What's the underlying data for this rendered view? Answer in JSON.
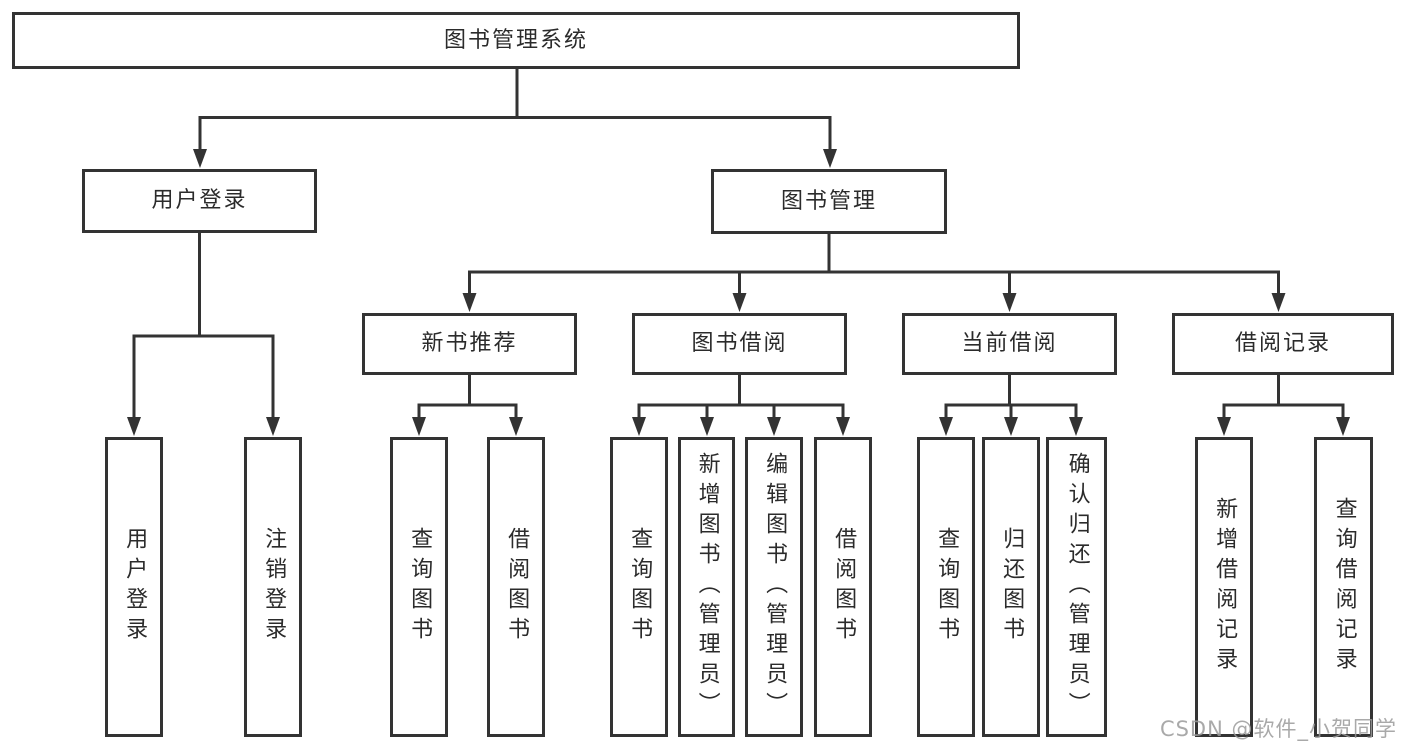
{
  "diagram": {
    "title": "图书管理系统",
    "nodes": {
      "root": "图书管理系统",
      "user_login": "用户登录",
      "book_mgmt": "图书管理",
      "leaf_user_login": "用户登录",
      "leaf_logout": "注销登录",
      "new_book": "新书推荐",
      "book_borrow": "图书借阅",
      "current_borrow": "当前借阅",
      "borrow_records": "借阅记录",
      "nb_query": "查询图书",
      "nb_borrow": "借阅图书",
      "bb_query": "查询图书",
      "bb_add": "新增图书（管理员）",
      "bb_edit": "编辑图书（管理员）",
      "bb_borrow": "借阅图书",
      "cb_query": "查询图书",
      "cb_return": "归还图书",
      "cb_confirm": "确认归还（管理员）",
      "br_add": "新增借阅记录",
      "br_query": "查询借阅记录"
    },
    "structure": {
      "root": [
        "user_login",
        "book_mgmt"
      ],
      "user_login": [
        "leaf_user_login",
        "leaf_logout"
      ],
      "book_mgmt": [
        "new_book",
        "book_borrow",
        "current_borrow",
        "borrow_records"
      ],
      "new_book": [
        "nb_query",
        "nb_borrow"
      ],
      "book_borrow": [
        "bb_query",
        "bb_add",
        "bb_edit",
        "bb_borrow"
      ],
      "current_borrow": [
        "cb_query",
        "cb_return",
        "cb_confirm"
      ],
      "borrow_records": [
        "br_add",
        "br_query"
      ]
    }
  },
  "watermark": {
    "text": "CSDN @软件_小贺同学"
  },
  "colors": {
    "line": "#333333",
    "text": "#2b2b2b",
    "box_bg": "#ffffff",
    "watermark": "#9b9b9b",
    "background": "#ffffff"
  }
}
